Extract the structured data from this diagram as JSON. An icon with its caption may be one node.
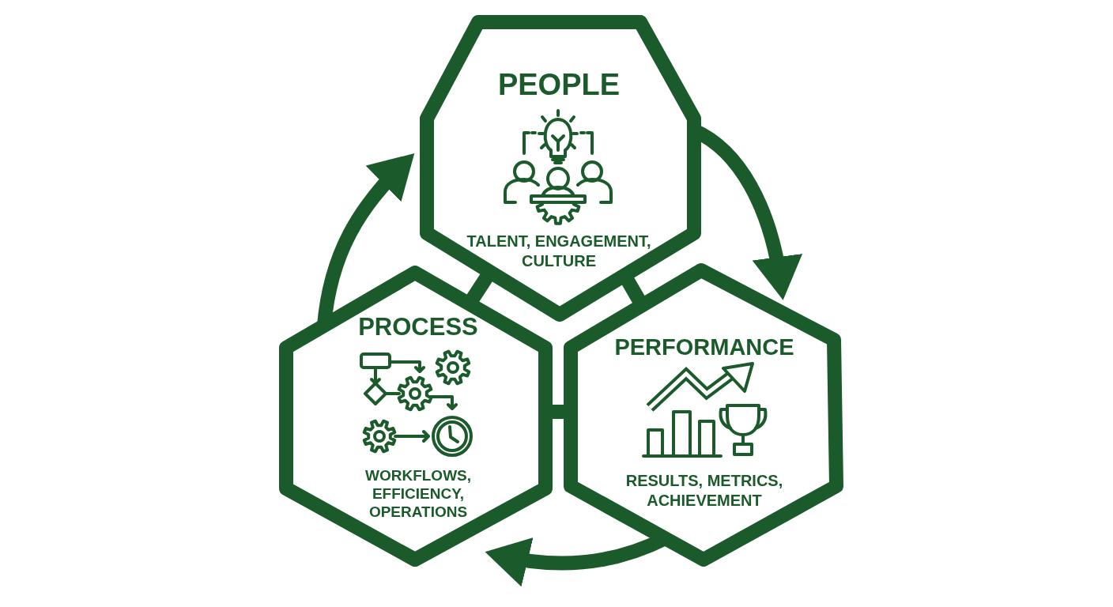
{
  "diagram": {
    "nodes": [
      {
        "text": [
          "PEOPLE",
          "TALENT, ENGAGEMENT, CULTURE"
        ]
      },
      {
        "text": [
          "PROCESS",
          "WORKFLOWS, EFFICIENCY, OPERATIONS"
        ]
      },
      {
        "text": [
          "PERFORMANCE",
          "RESULTS, METRICS, ACHIEVEMENT"
        ]
      }
    ],
    "edges": [
      {
        "from": 0,
        "to": 2,
        "arrow": "to"
      },
      {
        "from": 2,
        "to": 1,
        "arrow": "to"
      },
      {
        "from": 1,
        "to": 0,
        "arrow": "to"
      },
      {
        "from": 0,
        "to": 1,
        "arrow": "none"
      },
      {
        "from": 0,
        "to": 2,
        "arrow": "none"
      },
      {
        "from": 1,
        "to": 2,
        "arrow": "none"
      }
    ]
  }
}
